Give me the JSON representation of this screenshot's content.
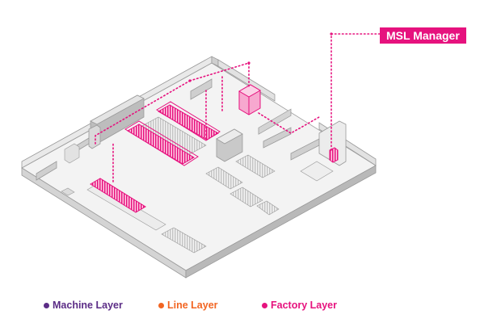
{
  "callout": {
    "label": "MSL Manager"
  },
  "legend": [
    {
      "label": "Machine Layer",
      "color": "#5b2c86"
    },
    {
      "label": "Line Layer",
      "color": "#f26522"
    },
    {
      "label": "Factory Layer",
      "color": "#e6127e"
    }
  ],
  "colors": {
    "accent": "#e6127e",
    "floor": "#f1f1f1",
    "wall_top": "#e9e9e9",
    "wall_side": "#b9b9b9",
    "outline": "#9a9a9a"
  },
  "icons": [
    "factory-floor-plan",
    "server-rack-icon",
    "machine-line-icon"
  ]
}
